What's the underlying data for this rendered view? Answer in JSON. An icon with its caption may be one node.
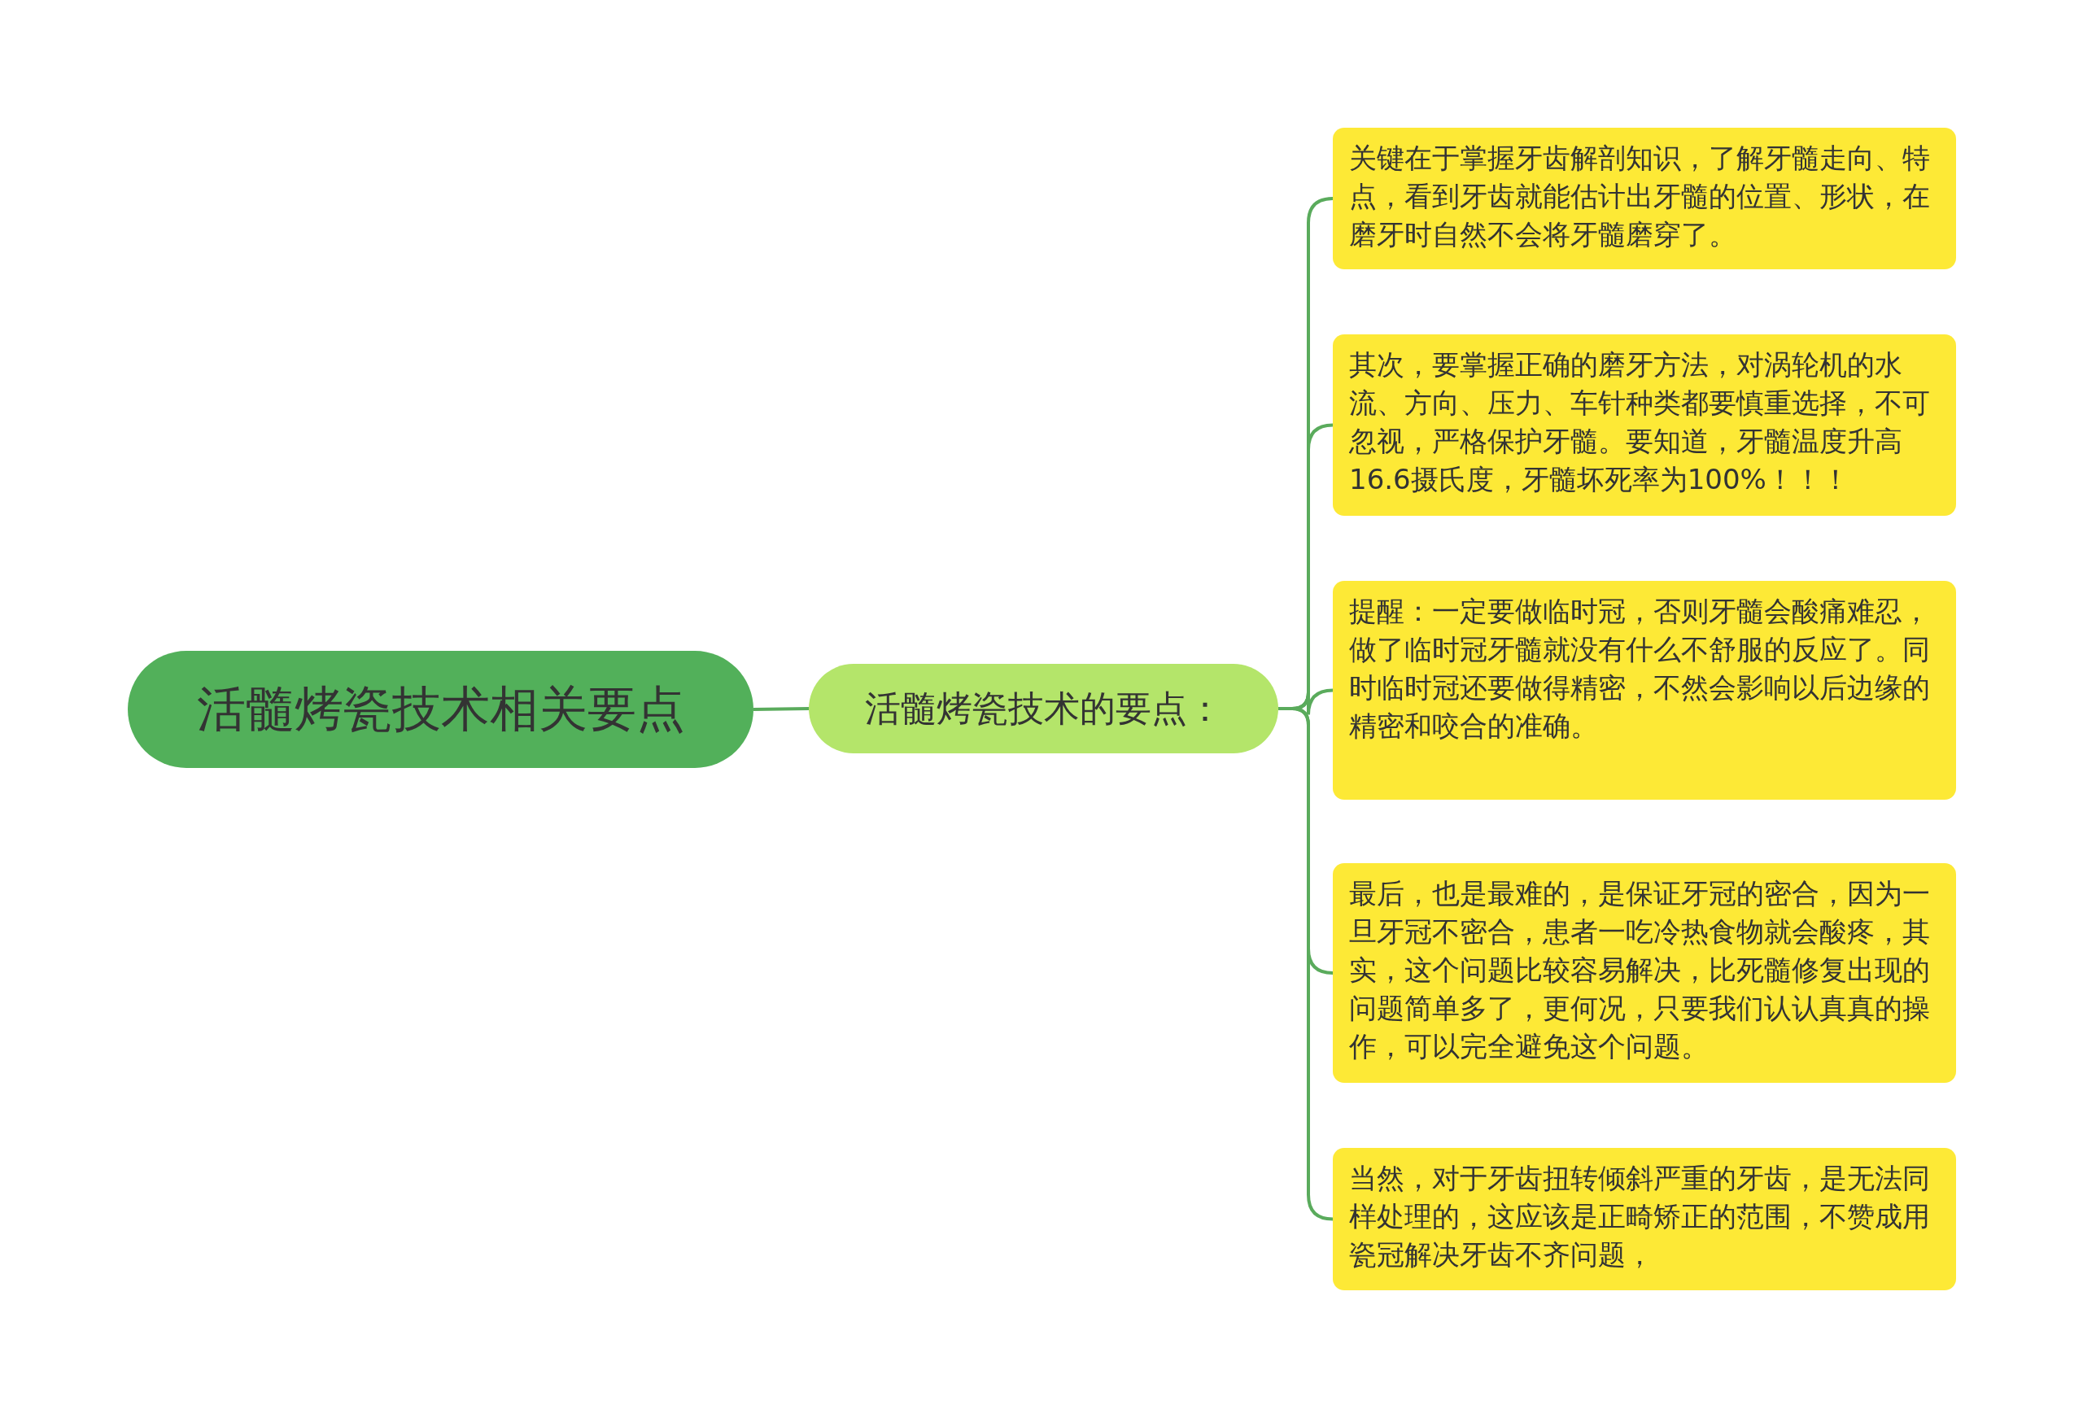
{
  "diagram": {
    "nodes": [
      {
        "text": [
          "活髓烤瓷技术相关要点"
        ]
      },
      {
        "text": [
          "活髓烤瓷技术的要点："
        ]
      },
      {
        "text": [
          "关键在于掌握牙齿解剖知识，了解牙髓走向、特点，看到牙齿就能估计出牙髓的位置、形状，在磨牙时自然不会将牙髓磨穿了。"
        ]
      },
      {
        "text": [
          "其次，要掌握正确的磨牙方法，对涡轮机的水流、方向、压力、车针种类都要慎重选择，不可忽视，严格保护牙髓。要知道，牙髓温度升高16.6摄氏度，牙髓坏死率为100%！！！"
        ]
      },
      {
        "text": [
          "提醒：一定要做临时冠，否则牙髓会酸痛难忍，做了临时冠牙髓就没有什么不舒服的反应了。同时临时冠还要做得精密，不然会影响以后边缘的精密和咬合的准确。"
        ]
      },
      {
        "text": [
          "最后，也是最难的，是保证牙冠的密合，因为一旦牙冠不密合，患者一吃冷热食物就会酸疼，其实，这个问题比较容易解决，比死髓修复出现的问题简单多了，更何况，只要我们认认真真的操作，可以完全避免这个问题。"
        ]
      },
      {
        "text": [
          "当然，对于牙齿扭转倾斜严重的牙齿，是无法同样处理的，这应该是正畸矫正的范围，不赞成用瓷冠解决牙齿不齐问题，"
        ]
      }
    ],
    "edges": [
      {
        "from": 0,
        "to": 1,
        "arrow": "none"
      },
      {
        "from": 1,
        "to": 2,
        "arrow": "none"
      },
      {
        "from": 1,
        "to": 3,
        "arrow": "none"
      },
      {
        "from": 1,
        "to": 4,
        "arrow": "none"
      },
      {
        "from": 1,
        "to": 5,
        "arrow": "none"
      },
      {
        "from": 1,
        "to": 6,
        "arrow": "none"
      }
    ]
  }
}
